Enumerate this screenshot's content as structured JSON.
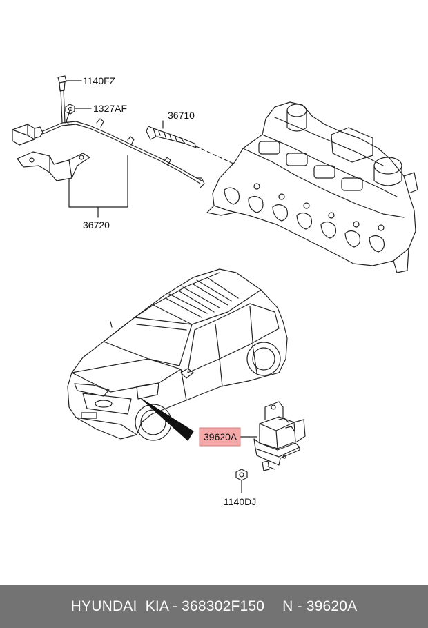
{
  "labels": {
    "bolt": "1140FZ",
    "nut_top": "1327AF",
    "glow_plug": "36710",
    "harness": "36720",
    "relay": "39620A",
    "nut_bottom": "1140DJ"
  },
  "colors": {
    "highlight": "#f4a8a8",
    "footer_bg": "#737373",
    "line": "#222222"
  },
  "footer": {
    "brand": "HYUNDAI  KIA - 368302F150",
    "ref": "N - 39620A"
  }
}
